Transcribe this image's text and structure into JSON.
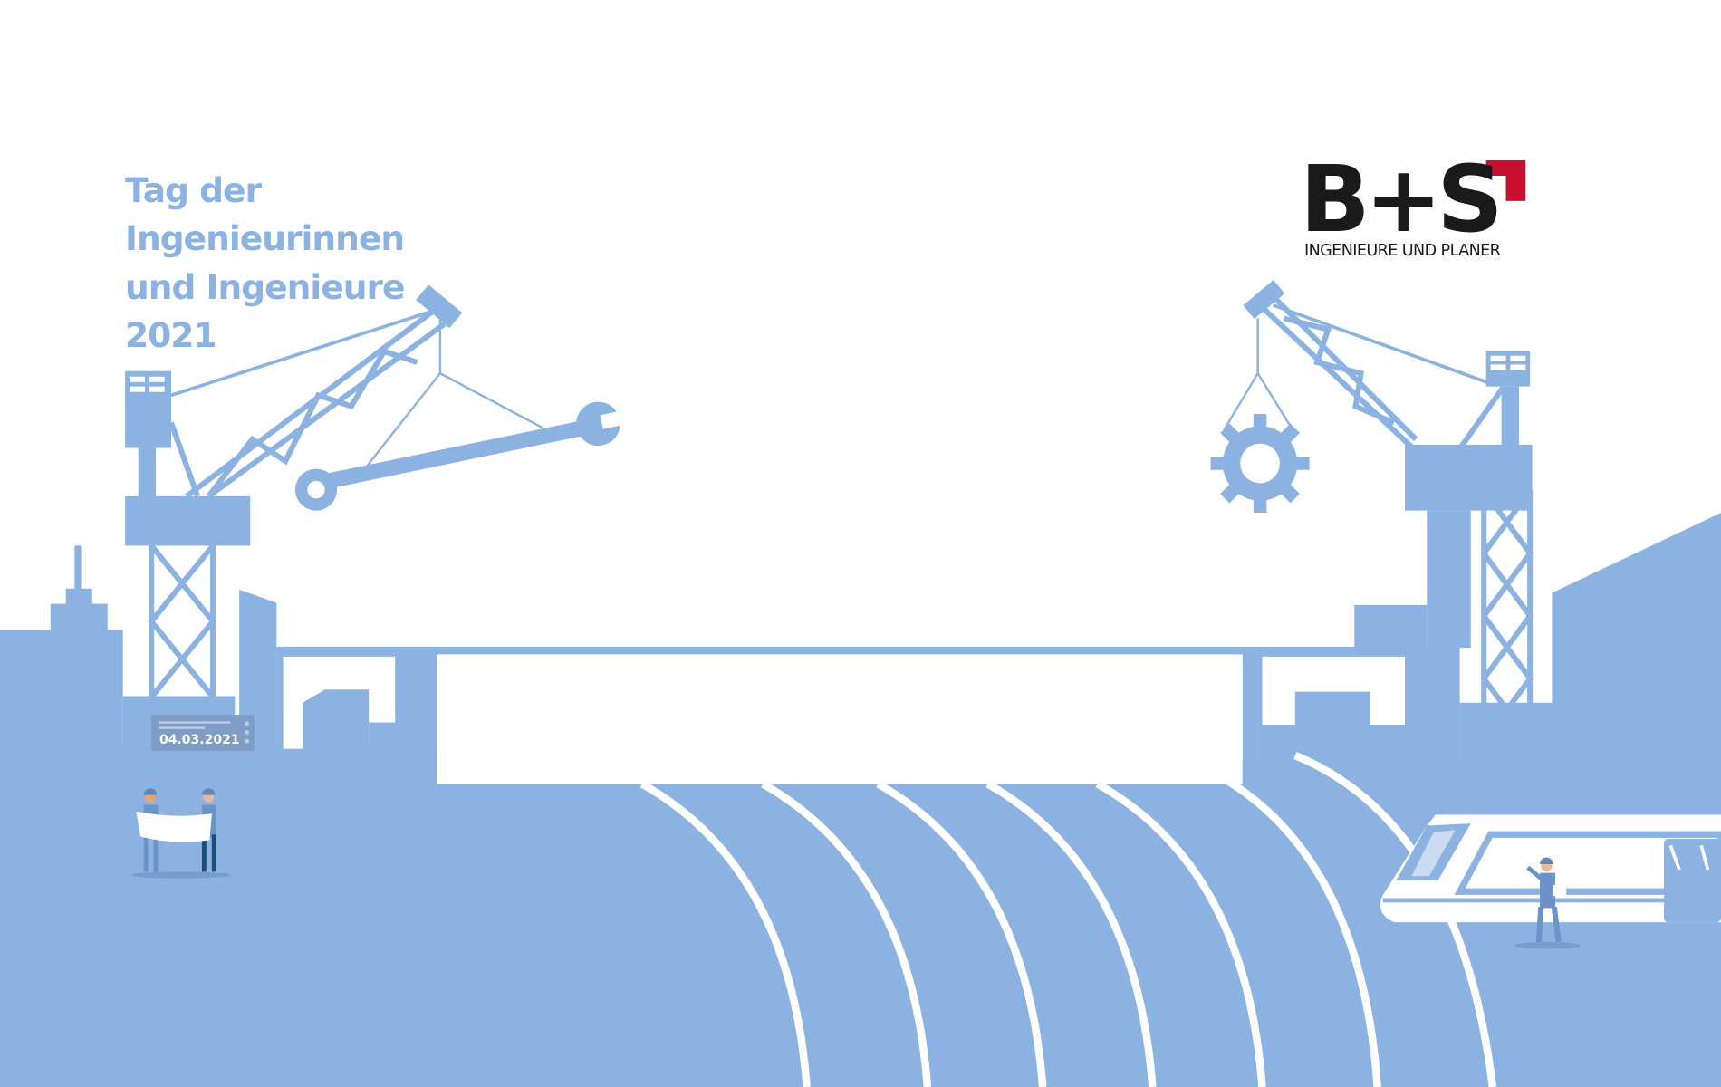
{
  "title_lines": [
    "Tag der",
    "Ingenieurinnen",
    "und Ingenieure",
    "2021"
  ],
  "logo": {
    "name": "B+S",
    "subtitle": "INGENIEURE UND PLANER",
    "mark_color": "#c8102e"
  },
  "date_sign": "04.03.2021",
  "colors": {
    "illustration": "#8bb2e0",
    "sign": "#7d9dc6",
    "background": "#ffffff",
    "logo_text": "#1a1a1a"
  },
  "icons": [
    "crane-left",
    "crane-right",
    "wrench-icon",
    "gear-icon",
    "train",
    "workers"
  ]
}
